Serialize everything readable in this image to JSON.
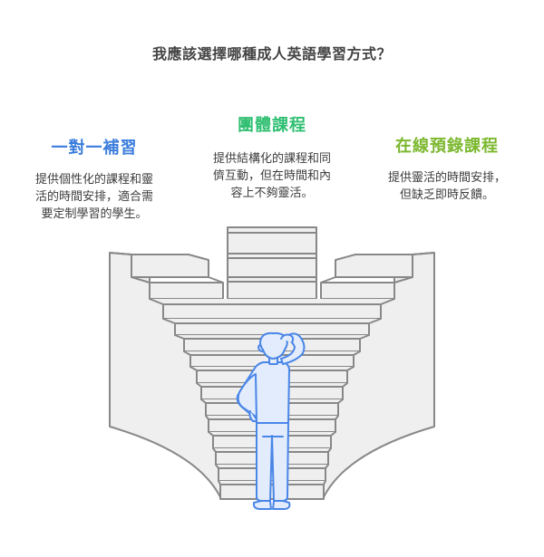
{
  "title": "我應該選擇哪種成人英語學習方式？",
  "options": [
    {
      "id": "one-on-one",
      "heading": "一對一補習",
      "color": "#3b7ddd",
      "desc_lines": [
        "提供個性化的課程和靈",
        "活的時間安排，適合需",
        "要定制學習的學生。"
      ]
    },
    {
      "id": "group",
      "heading": "團體課程",
      "color": "#2fbf71",
      "desc_lines": [
        "提供結構化的課程和同",
        "儕互動，但在時間和內",
        "容上不夠靈活。"
      ]
    },
    {
      "id": "online-recorded",
      "heading": "在線預錄課程",
      "color": "#7cb82f",
      "desc_lines": [
        "提供靈活的時間安排，",
        "但缺乏即時反饋。"
      ]
    }
  ],
  "illustration": {
    "description": "Person standing at the bottom of stairs that branch into three paths",
    "stair_fill": "#efefef",
    "stair_stroke": "#888888",
    "person_fill": "#e2ecfc",
    "person_stroke": "#4a86e8"
  }
}
